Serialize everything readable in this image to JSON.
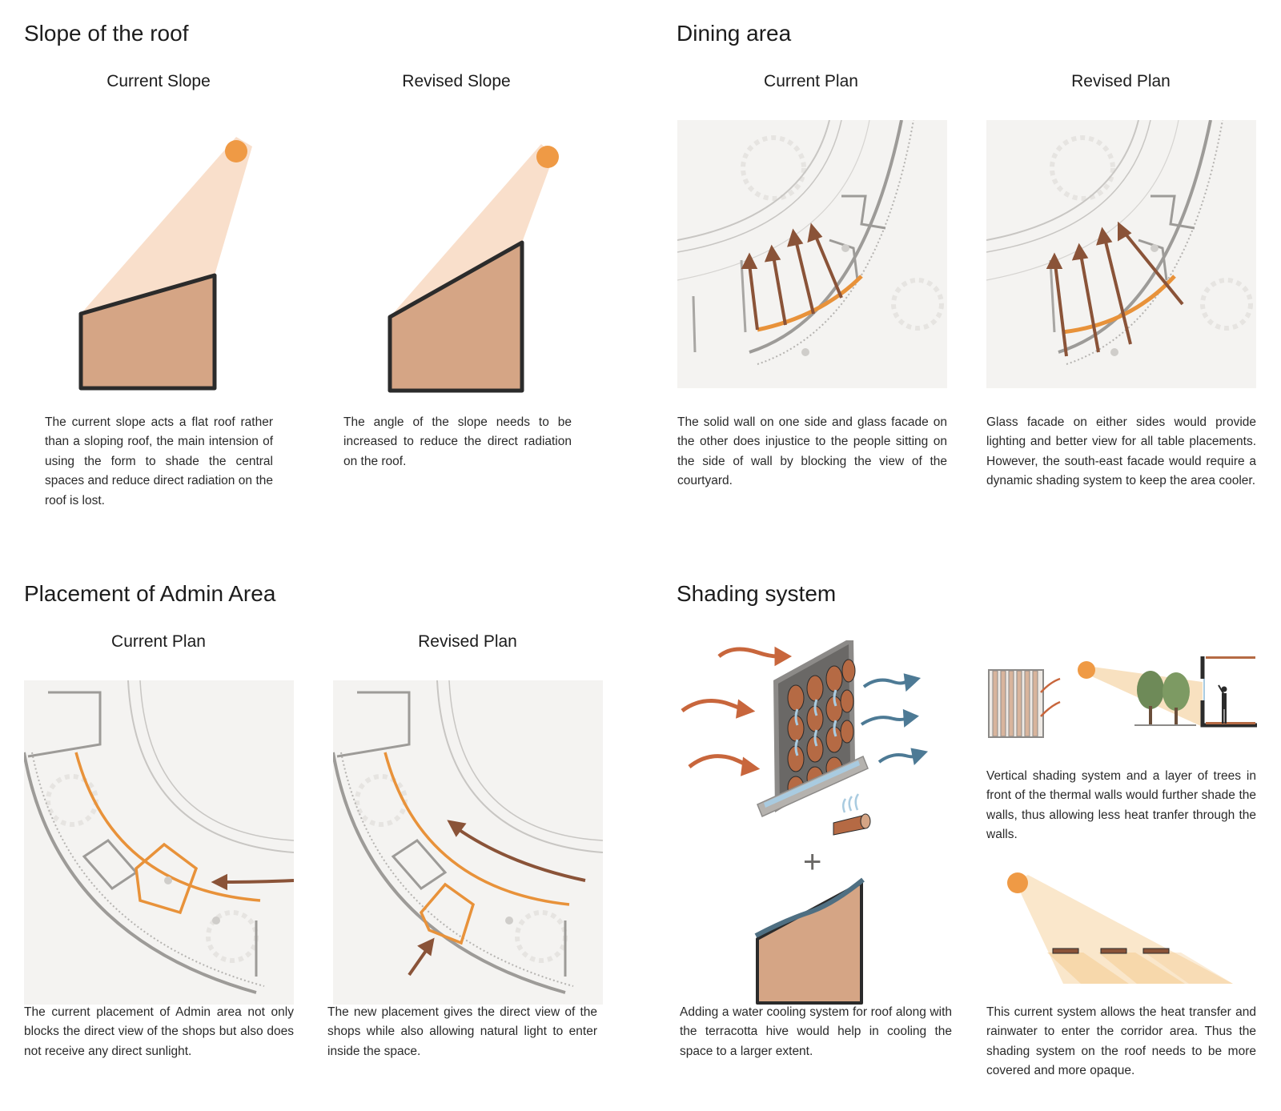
{
  "sections": {
    "slope": {
      "title": "Slope of the roof",
      "current_label": "Current Slope",
      "revised_label": "Revised Slope",
      "current_text": "The current slope acts a flat roof rather than a sloping roof, the main intension of using the form to shade the central spaces and reduce direct radiation on the roof is lost.",
      "revised_text": "The angle of the slope needs to be increased to reduce the direct radiation on the roof."
    },
    "dining": {
      "title": "Dining area",
      "current_label": "Current Plan",
      "revised_label": "Revised Plan",
      "current_text": "The solid wall on one side and glass facade on the other does injustice to the people sitting on the side of wall by blocking the view of the courtyard.",
      "revised_text": "Glass facade on either sides would provide lighting and better view for all table placements. However, the south-east facade would require a dynamic shading system to keep the area cooler."
    },
    "admin": {
      "title": "Placement of Admin Area",
      "current_label": "Current Plan",
      "revised_label": "Revised Plan",
      "current_text": "The current placement of Admin area not only blocks the direct view of the shops but also does not receive any direct sunlight.",
      "revised_text": "The new placement gives the direct view of the shops while also allowing natural light to enter inside the space."
    },
    "shading": {
      "title": "Shading system",
      "plus_sign": "+",
      "cooling_text": "Adding a water cooling system for roof along with the terracotta hive would help in cooling the space to a larger extent.",
      "vertical_text": "Vertical shading system and a layer of trees in front of the thermal walls would further shade the walls, thus allowing less heat tranfer through the walls.",
      "roof_text": "This current system allows the heat transfer and rainwater to enter the corridor area. Thus the shading system on the roof needs to be more covered and more opaque."
    }
  },
  "colors": {
    "sun": "#ef9a45",
    "wall_fill": "#d5a585",
    "outline": "#2b2b2b",
    "arrow": "#8a5338",
    "highlight": "#e8923a",
    "cool_arrow": "#4d7a95",
    "water": "#a9cbe0"
  }
}
